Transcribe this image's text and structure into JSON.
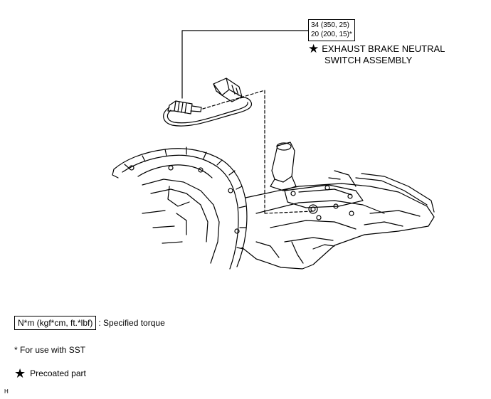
{
  "torque": {
    "line1": "34 (350, 25)",
    "line2": "20 (200, 15)*"
  },
  "part_label": {
    "star": "★",
    "line1": "EXHAUST BRAKE NEUTRAL",
    "line2": "SWITCH ASSEMBLY"
  },
  "legend": {
    "torque_box": "N*m (kgf*cm, ft.*lbf)",
    "torque_text": ": Specified torque",
    "sst_note": "* For use with SST",
    "star": "★",
    "precoated_text": "Precoated part"
  },
  "corner_code": "H"
}
